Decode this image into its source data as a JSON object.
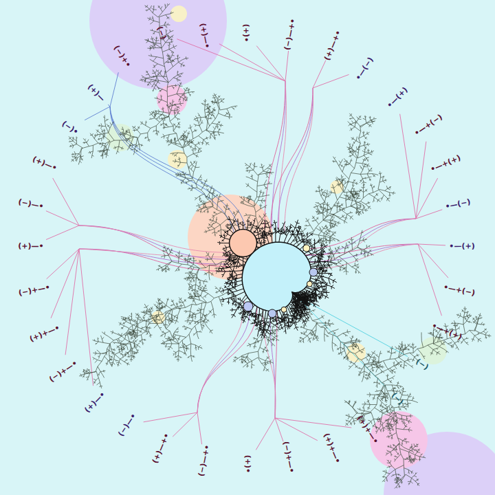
{
  "diagram": {
    "labels": [
      "(+)—•",
      "(+)•",
      "(−)—+•",
      "(+)—+•",
      "•—(−)",
      "•—(+)",
      "•—+(−)",
      "•—+(+)",
      "•—(−)",
      "•—(+)",
      "•—+(−)",
      "•—+(+)",
      "(−)",
      "(−)",
      "(+)+—•",
      "(+)+—•",
      "(−)+—•",
      "(+)•",
      "(−)—+•",
      "(+)—+•",
      "(−)—•",
      "(+)—•",
      "(−)+—•",
      "(+)+—•",
      "(−)+—•",
      "(+)—•",
      "(−)—•",
      "(+)—•",
      "(−)•",
      "(+)—",
      "(−)+•",
      "(−)"
    ]
  }
}
